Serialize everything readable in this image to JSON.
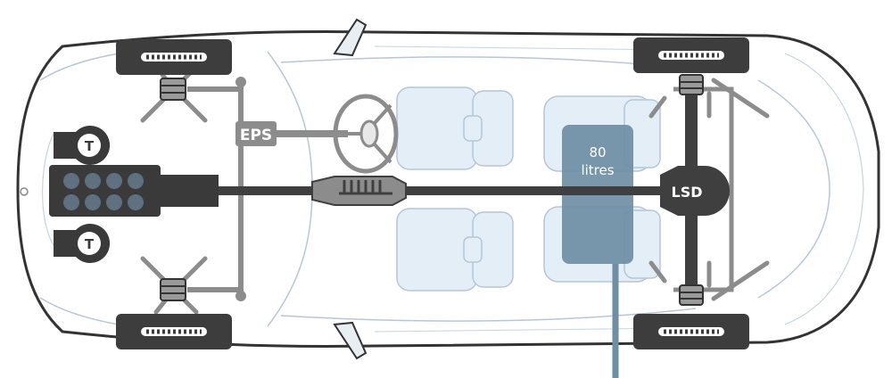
{
  "labels": {
    "eps": "EPS",
    "fuel_line1": "80",
    "fuel_line2": "litres",
    "lsd": "LSD",
    "turbo_top": "T",
    "turbo_bottom": "T"
  },
  "colors": {
    "body_outline": "#aebfd2",
    "body_fill": "#ffffff",
    "seat_fill": "#e4eef6",
    "engine_dark": "#3a3a3a",
    "cylinder": "#5f7080",
    "component_grey": "#8c8c8c",
    "drivetrain_dark": "#3f3f3f",
    "tank_fill": "#6f8ea4",
    "tyre": "#3d3d3d",
    "label_text": "#ffffff"
  }
}
